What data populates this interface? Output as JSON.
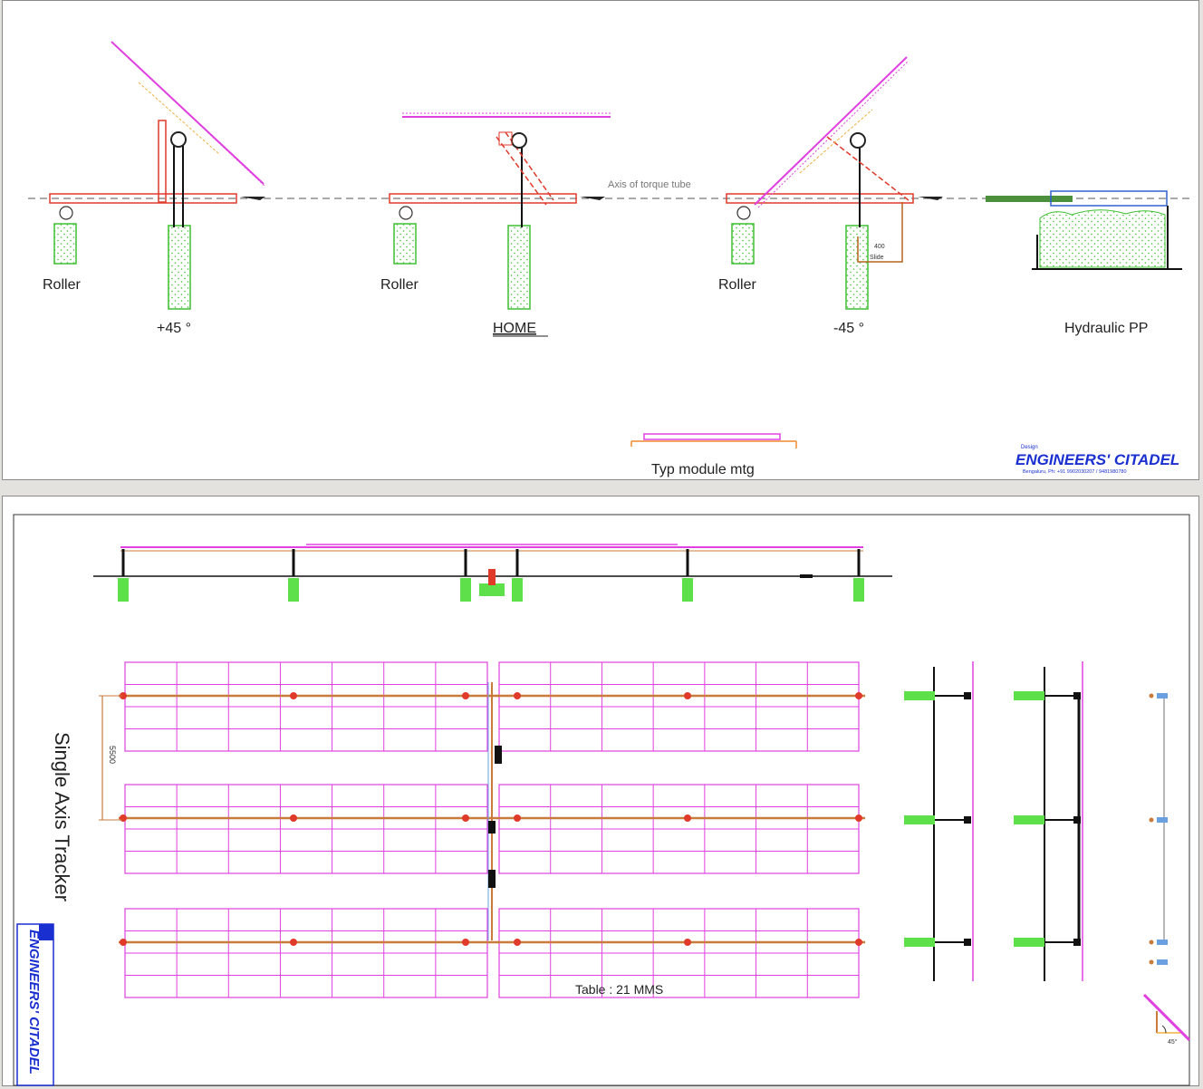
{
  "sheet1": {
    "axis_label": "Axis of torque tube",
    "roller_labels": [
      "Roller",
      "Roller",
      "Roller"
    ],
    "pos_labels": [
      "+45 °",
      "HOME",
      "-45 °"
    ],
    "pile_label": "Hydraulic PP",
    "module_mtg_label": "Typ module mtg",
    "dim_label_1": "400",
    "dim_label_2": "Slide",
    "logo": {
      "small": "Design",
      "name": "ENGINEERS' CITADEL",
      "contact": "Bengaluru, Ph: +91 9902030207 / 9481980780"
    }
  },
  "sheet2": {
    "title": "Single Axis Tracker",
    "table_label": "Table : 21 MMS",
    "dim_label": "5500",
    "angle_label": "45°",
    "logo_text": "ENGINEERS' CITADEL"
  },
  "colors": {
    "module": "#e040e0",
    "frame": "#e03a2a",
    "torque_tube": "#c97b3c",
    "foundation": "#5ee04a",
    "steel": "#111111",
    "logo_blue": "#1a2fd0"
  }
}
